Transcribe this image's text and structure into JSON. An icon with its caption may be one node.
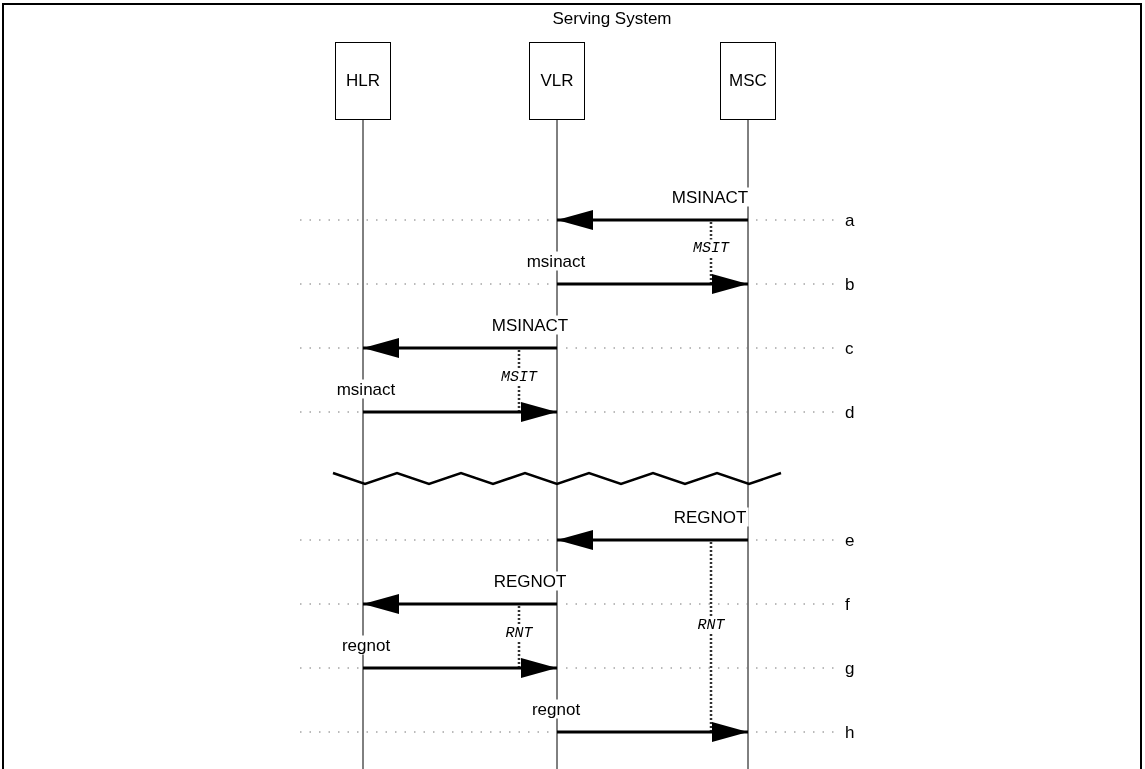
{
  "diagram": {
    "nodes": [
      {
        "text": [
          "HLR"
        ]
      },
      {
        "text": [
          "VLR"
        ]
      },
      {
        "text": [
          "MSC"
        ]
      }
    ],
    "edges": [
      {
        "from": 2,
        "to": 1,
        "arrow": "to",
        "label": "MSINACT"
      },
      {
        "from": 1,
        "to": 2,
        "arrow": "to",
        "label": "msinact"
      },
      {
        "from": 1,
        "to": 0,
        "arrow": "to",
        "label": "MSINACT"
      },
      {
        "from": 0,
        "to": 1,
        "arrow": "to",
        "label": "msinact"
      },
      {
        "from": 2,
        "to": 1,
        "arrow": "to",
        "label": "REGNOT"
      },
      {
        "from": 1,
        "to": 0,
        "arrow": "to",
        "label": "REGNOT"
      },
      {
        "from": 0,
        "to": 1,
        "arrow": "to",
        "label": "regnot"
      },
      {
        "from": 1,
        "to": 2,
        "arrow": "to",
        "label": "regnot"
      }
    ],
    "labels": [
      "Serving System",
      "a",
      "MSIT",
      "b",
      "c",
      "MSIT",
      "d",
      "e",
      "f",
      "RNT",
      "RNT",
      "g",
      "h"
    ]
  }
}
